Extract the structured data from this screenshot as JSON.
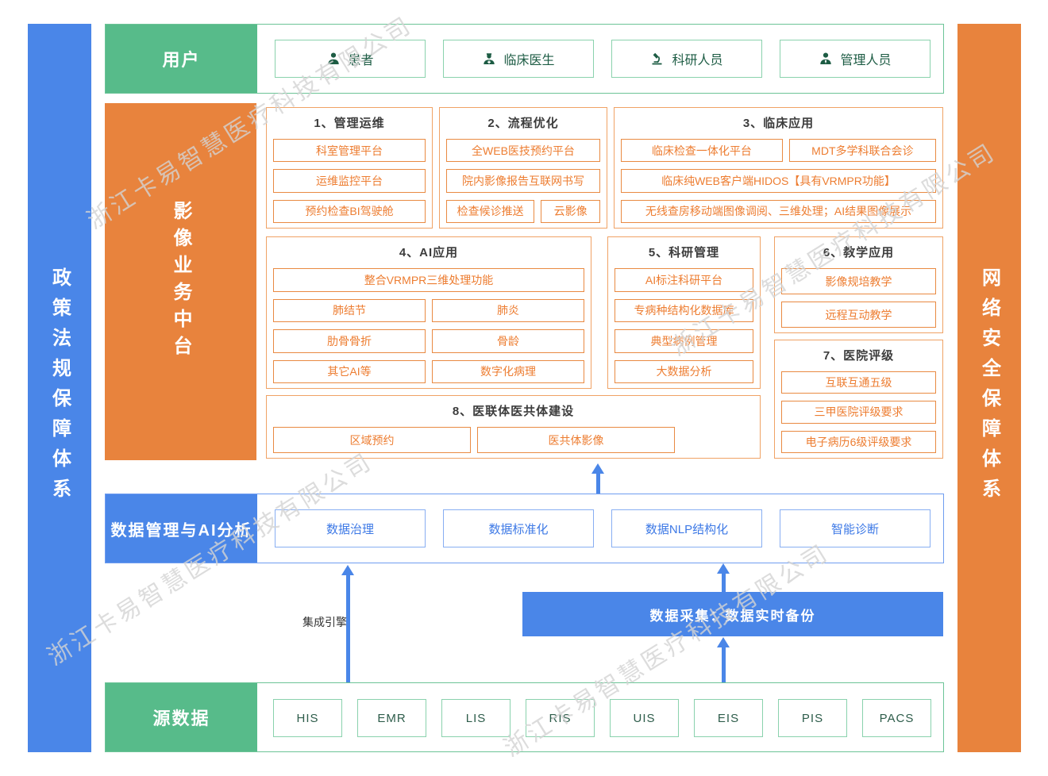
{
  "watermark": {
    "text": "浙江卡易智慧医疗科技有限公司"
  },
  "colors": {
    "green": "#57bb8a",
    "orange": "#e8833d",
    "blue": "#4a86e8",
    "orange_text": "#ed7d31"
  },
  "left_bar": {
    "label": "政策法规保障体系"
  },
  "right_bar": {
    "label": "网络安全保障体系"
  },
  "users": {
    "label": "用户",
    "items": [
      {
        "icon": "patient-icon",
        "label": "患者"
      },
      {
        "icon": "doctor-icon",
        "label": "临床医生"
      },
      {
        "icon": "microscope-icon",
        "label": "科研人员"
      },
      {
        "icon": "manager-icon",
        "label": "管理人员"
      }
    ]
  },
  "business": {
    "label": "影像业务中台",
    "sections": {
      "s1": {
        "title": "1、管理运维",
        "items": [
          "科室管理平台",
          "运维监控平台",
          "预约检查BI驾驶舱"
        ]
      },
      "s2": {
        "title": "2、流程优化",
        "items": [
          "全WEB医技预约平台",
          "院内影像报告互联网书写",
          "检查候诊推送",
          "云影像"
        ]
      },
      "s3": {
        "title": "3、临床应用",
        "items": [
          "临床检查一体化平台",
          "MDT多学科联合会诊",
          "临床纯WEB客户端HIDOS【具有VRMPR功能】",
          "无线查房移动端图像调阅、三维处理；AI结果图像展示"
        ]
      },
      "s4": {
        "title": "4、AI应用",
        "items": [
          "整合VRMPR三维处理功能",
          "肺结节",
          "肺炎",
          "肋骨骨折",
          "骨龄",
          "其它AI等",
          "数字化病理"
        ]
      },
      "s5": {
        "title": "5、科研管理",
        "items": [
          "AI标注科研平台",
          "专病种结构化数据库",
          "典型病例管理",
          "大数据分析"
        ]
      },
      "s6": {
        "title": "6、教学应用",
        "items": [
          "影像规培教学",
          "远程互动教学"
        ]
      },
      "s7": {
        "title": "7、医院评级",
        "items": [
          "互联互通五级",
          "三甲医院评级要求",
          "电子病历6级评级要求"
        ]
      },
      "s8": {
        "title": "8、医联体医共体建设",
        "items": [
          "区域预约",
          "医共体影像"
        ]
      }
    }
  },
  "data_mgmt": {
    "label": "数据管理与AI分析",
    "items": [
      "数据治理",
      "数据标准化",
      "数据NLP结构化",
      "智能诊断"
    ]
  },
  "middle": {
    "integration_engine": "集成引擎",
    "data_collection": "数据采集：数据实时备份"
  },
  "source": {
    "label": "源数据",
    "items": [
      "HIS",
      "EMR",
      "LIS",
      "RIS",
      "UIS",
      "EIS",
      "PIS",
      "PACS"
    ]
  }
}
